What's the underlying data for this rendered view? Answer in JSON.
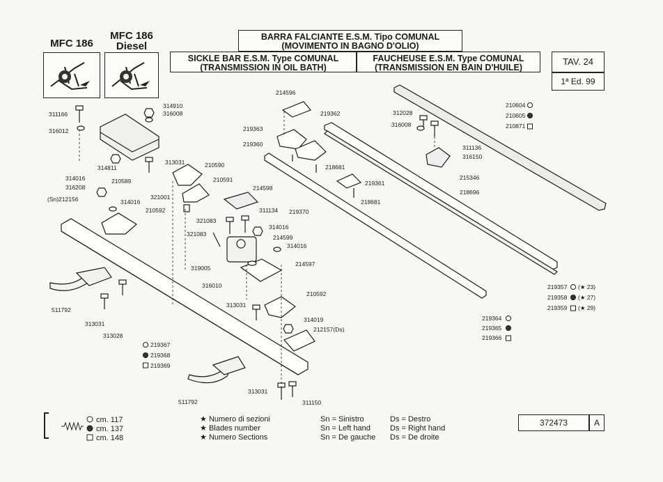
{
  "header": {
    "model_1": "MFC 186",
    "model_2": "MFC 186",
    "model_2_sub": "Diesel",
    "title_it_1": "BARRA FALCIANTE E.S.M. Tipo COMUNAL",
    "title_it_2": "(MOVIMENTO IN BAGNO D'OLIO)",
    "title_en_1": "SICKLE BAR E.S.M. Type COMUNAL",
    "title_en_2": "(TRANSMISSION IN OIL BATH)",
    "title_fr_1": "FAUCHEUSE E.S.M. Type COMUNAL",
    "title_fr_2": "(TRANSMISSION EN BAIN D'HUILE)",
    "table": "TAV. 24",
    "edition": "1ª Ed. 99"
  },
  "parts": {
    "p311166": "311166",
    "p316012": "316012",
    "p314910": "314910",
    "p316008a": "316008",
    "p314811": "314811",
    "p210589": "210589",
    "p313031a": "313031",
    "p210590": "210590",
    "p210591": "210591",
    "p314016a": "314016",
    "p316208": "316208",
    "p212156": "(Sn)212156",
    "p314016b": "314016",
    "p210592a": "210592",
    "p321001": "321001",
    "p214596": "214596",
    "p219362": "219362",
    "p219363": "219363",
    "p219360": "219360",
    "p218681a": "218681",
    "p219361": "219361",
    "p218681b": "218681",
    "p214598": "214598",
    "p311134": "311134",
    "p219370": "219370",
    "p321083a": "321083",
    "p321083b": "321083",
    "p314016c": "314016",
    "p214599": "214599",
    "p314016d": "314016",
    "p319005": "319005",
    "p214597": "214597",
    "p316010": "316010",
    "p210592b": "210592",
    "p313031b": "313031",
    "p314019": "314019",
    "p212157": "212157(Ds)",
    "p511792a": "511792",
    "p313031c": "313031",
    "p313028": "313028",
    "p219367": "219367",
    "p219368": "219368",
    "p219369": "219369",
    "p511792b": "511792",
    "p313031d": "313031",
    "p311150": "311150",
    "p312028": "312028",
    "p316008b": "316008",
    "p311136": "311136",
    "p316150": "316150",
    "p215346": "215346",
    "p218696": "218696",
    "p210604": "210604",
    "p210605": "210605",
    "p210871": "210871",
    "p219357": "219357",
    "p219357s": "23)",
    "p219358": "219358",
    "p219358s": "27)",
    "p219359": "219359",
    "p219359s": "29)",
    "p219364": "219364",
    "p219365": "219365",
    "p219366": "219366"
  },
  "legend": {
    "size_117": "cm. 117",
    "size_137": "cm. 137",
    "size_148": "cm. 148",
    "star_it": "Numero di sezioni",
    "star_en": "Blades number",
    "star_fr": "Numero Sections",
    "sn_it": "Sn = Sinistro",
    "sn_en": "Sn = Left hand",
    "sn_fr": "Sn = De gauche",
    "ds_it": "Ds = Destro",
    "ds_en": "Ds = Right hand",
    "ds_fr": "Ds = De droite",
    "code": "372473",
    "rev": "A"
  }
}
